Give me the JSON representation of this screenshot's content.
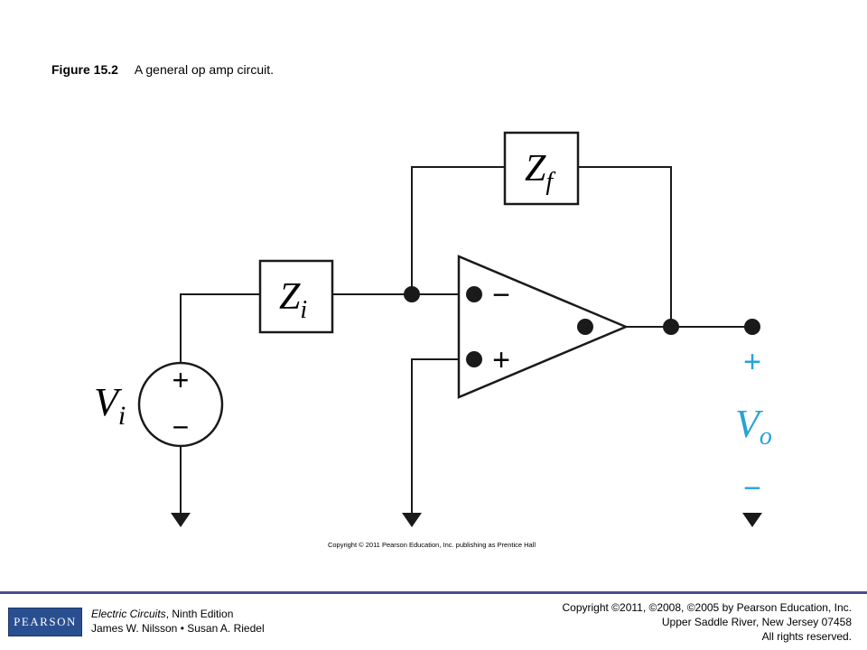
{
  "caption": {
    "figure_label": "Figure 15.2",
    "text": "A general op amp circuit."
  },
  "diagram": {
    "zf_label": "Z",
    "zf_sub": "f",
    "zi_label": "Z",
    "zi_sub": "i",
    "vi_label": "V",
    "vi_sub": "i",
    "vo_label": "V",
    "vo_sub": "o",
    "source_plus": "+",
    "source_minus": "−",
    "inverting_sign": "−",
    "noninverting_sign": "+",
    "vo_plus": "+",
    "vo_minus": "−",
    "accent_color": "#27a3d8",
    "image_copyright": "Copyright © 2011 Pearson Education, Inc. publishing as Prentice Hall"
  },
  "footer": {
    "logo_text": "PEARSON",
    "book_title": "Electric Circuits",
    "book_edition": ", Ninth Edition",
    "authors": "James W. Nilsson • Susan A. Riedel",
    "copyright_line1": "Copyright ©2011, ©2008, ©2005 by Pearson Education, Inc.",
    "copyright_line2": "Upper Saddle River, New Jersey 07458",
    "copyright_line3": "All rights reserved.",
    "rule_color": "#4b4d8f",
    "logo_color": "#2a4f90"
  }
}
